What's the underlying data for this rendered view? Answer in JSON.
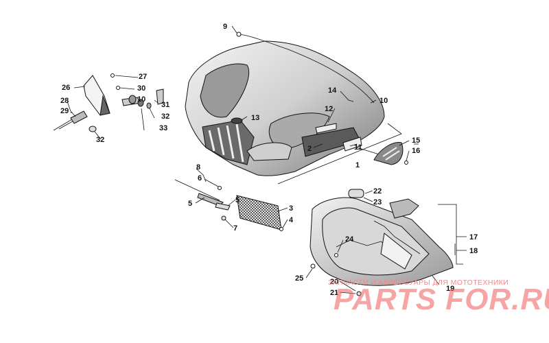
{
  "diagram": {
    "callouts": {
      "c1": "1",
      "c2": "2",
      "c3": "3",
      "c4": "4",
      "c5a": "5",
      "c5b": "5",
      "c6": "6",
      "c7": "7",
      "c8": "8",
      "c9": "9",
      "c10": "10",
      "c11": "11",
      "c12": "12",
      "c13": "13",
      "c14": "14",
      "c15": "15",
      "c16": "16",
      "c17": "17",
      "c18": "18",
      "c19": "19",
      "c20": "20",
      "c21": "21",
      "c22": "22",
      "c23": "23",
      "c24": "24",
      "c25": "25",
      "c26": "26",
      "c27": "27",
      "c28": "28",
      "c29": "29",
      "c30": "30",
      "c31": "31",
      "c32a": "32",
      "c32b": "32",
      "c33": "33"
    }
  },
  "watermark": {
    "subtitle": "ЗАПЧАСТИ И АКСЕССУАРЫ ДЛЯ МОТОТЕХНИКИ",
    "logo": "PARTS FOR.RU"
  },
  "colors": {
    "line": "#111111",
    "panel": "#8a8a8a",
    "panel_dark": "#4a4a4a",
    "watermark": "#f05a5a"
  }
}
